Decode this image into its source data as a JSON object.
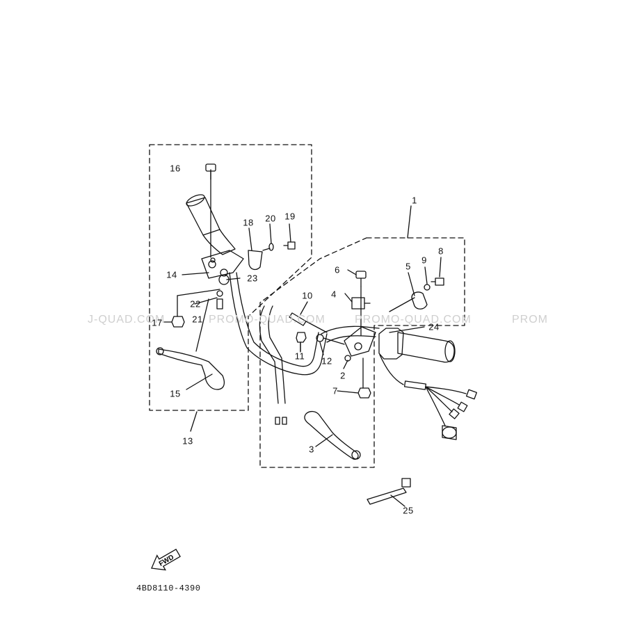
{
  "diagram": {
    "part_code": "4BD8110-4390",
    "fwd_label": "FWD",
    "watermark": {
      "segments": [
        "J-QUAD.COM",
        "PROMO-QUAD.COM",
        "PROMO-QUAD.COM",
        "PROM"
      ]
    },
    "callouts": [
      "1",
      "2",
      "3",
      "4",
      "5",
      "6",
      "7",
      "8",
      "9",
      "10",
      "11",
      "12",
      "13",
      "14",
      "15",
      "16",
      "17",
      "18",
      "19",
      "20",
      "21",
      "22",
      "23",
      "24",
      "25"
    ]
  }
}
